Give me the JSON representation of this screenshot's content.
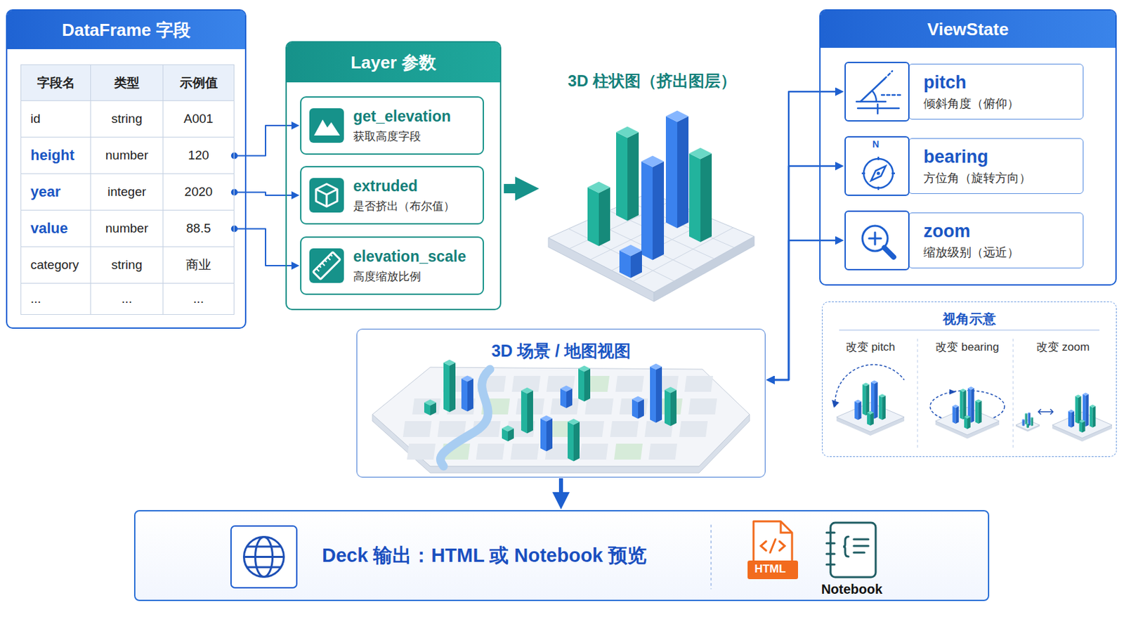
{
  "diagram": {
    "nodes": [
      {
        "text": [
          "DataFrame 字段"
        ]
      },
      {
        "text": [
          "字段名",
          "类型",
          "示例值"
        ],
        "in": 0
      },
      {
        "text": [
          "id",
          "string",
          "A001"
        ],
        "in": 0
      },
      {
        "text": [
          "height",
          "number",
          "120"
        ],
        "in": 0
      },
      {
        "text": [
          "year",
          "integer",
          "2020"
        ],
        "in": 0
      },
      {
        "text": [
          "value",
          "number",
          "88.5"
        ],
        "in": 0
      },
      {
        "text": [
          "category",
          "string",
          "商业"
        ],
        "in": 0
      },
      {
        "text": [
          "...",
          "...",
          "..."
        ],
        "in": 0
      },
      {
        "text": [
          "Layer 参数"
        ]
      },
      {
        "text": [
          "get_elevation",
          "获取高度字段"
        ],
        "in": 8
      },
      {
        "text": [
          "extruded",
          "是否挤出（布尔值）"
        ],
        "in": 8
      },
      {
        "text": [
          "elevation_scale",
          "高度缩放比例"
        ],
        "in": 8
      },
      {
        "text": [
          "3D 柱状图（挤出图层）"
        ]
      },
      {
        "text": [
          "ViewState"
        ]
      },
      {
        "text": [
          "pitch",
          "倾斜角度（俯仰）"
        ],
        "in": 13
      },
      {
        "text": [
          "bearing",
          "方位角（旋转方向）"
        ],
        "in": 13
      },
      {
        "text": [
          "zoom",
          "缩放级别（远近）"
        ],
        "in": 13
      },
      {
        "text": [
          "视角示意"
        ]
      },
      {
        "text": [
          "3D 场景 / 地图视图"
        ]
      },
      {
        "text": [
          "Deck 输出：HTML 或 Notebook 预览"
        ]
      }
    ],
    "edges": [
      {
        "from": 3,
        "to": 9,
        "arrow": "to"
      },
      {
        "from": 4,
        "to": 10,
        "arrow": "to"
      },
      {
        "from": 5,
        "to": 11,
        "arrow": "to"
      },
      {
        "from": 8,
        "to": 12,
        "arrow": "to"
      },
      {
        "from": 14,
        "to": 18,
        "arrow": "both"
      },
      {
        "from": 15,
        "to": 18,
        "arrow": "both"
      },
      {
        "from": 16,
        "to": 18,
        "arrow": "both"
      },
      {
        "from": 18,
        "to": 19,
        "arrow": "to"
      }
    ],
    "labels": [
      "N",
      "改变 pitch",
      "改变 bearing",
      "改变 zoom",
      "HTML",
      "Notebook"
    ]
  }
}
